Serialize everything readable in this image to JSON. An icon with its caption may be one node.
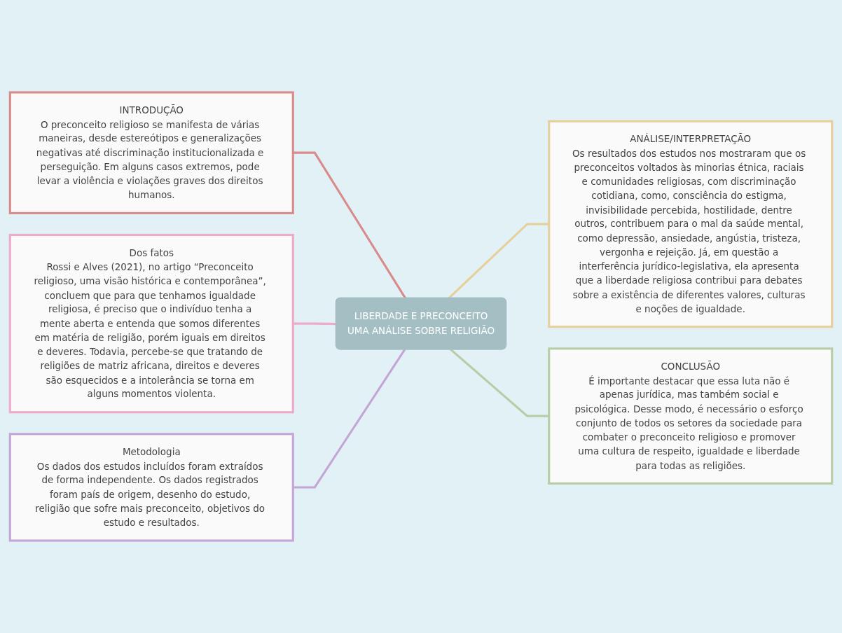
{
  "diagram": {
    "nodes": [
      {
        "text": [
          "INTRODUÇÃO",
          "O preconceito religioso se manifesta de várias maneiras, desde estereótipos e generalizações negativas até discriminação institucionalizada e perseguição. Em alguns casos extremos, pode levar a violência e violações graves dos direitos humanos."
        ]
      },
      {
        "text": [
          "Dos fatos",
          "Rossi e Alves (2021), no artigo “Preconceito religioso, uma visão histórica e contemporânea”, concluem que para que tenhamos igualdade religiosa, é preciso que o indivíduo tenha a mente aberta e entenda que somos diferentes em matéria de religião, porém iguais em direitos e deveres. Todavia, percebe-se que tratando de religiões de matriz africana, direitos e deveres são esquecidos e a intolerância se torna em alguns momentos violenta."
        ]
      },
      {
        "text": [
          "ANÁLISE/INTERPRETAÇÃO",
          "Os resultados dos estudos nos mostraram que os preconceitos voltados às minorias étnica, raciais e comunidades religiosas, com discriminação cotidiana, como, consciência do estigma, invisibilidade percebida, hostilidade, dentre outros, contribuem para o mal da saúde mental, como depressão, ansiedade, angústia, tristeza, vergonha e rejeição. Já, em questão a interferência jurídico-legislativa, ela apresenta que a liberdade religiosa contribui para debates sobre a existência de diferentes valores, culturas e noções de igualdade."
        ]
      },
      {
        "text": [
          "LIBERDADE E PRECONCEITO",
          "UMA ANÁLISE SOBRE RELIGIÃO"
        ]
      },
      {
        "text": [
          "Metodologia",
          "Os dados dos estudos incluídos foram extraídos de forma independente. Os dados registrados foram país de origem, desenho do estudo, religião que sofre mais preconceito, objetivos do estudo e resultados."
        ]
      },
      {
        "text": [
          "CONCLUSÃO",
          "É importante destacar que essa luta não é apenas jurídica, mas também social e psicológica. Desse modo, é necessário o esforço conjunto de todos os setores da sociedade para combater o preconceito religioso e promover uma cultura de respeito, igualdade e liberdade para todas as religiões."
        ]
      }
    ],
    "edges": [
      {
        "from": 0,
        "to": 3,
        "arrow": "none",
        "color": "#d98a8a"
      },
      {
        "from": 1,
        "to": 3,
        "arrow": "none",
        "color": "#eeaac8"
      },
      {
        "from": 3,
        "to": 2,
        "arrow": "none",
        "color": "#e6cf9a"
      },
      {
        "from": 4,
        "to": 3,
        "arrow": "none",
        "color": "#c3a5d6"
      },
      {
        "from": 3,
        "to": 5,
        "arrow": "none",
        "color": "#b9cca8"
      }
    ]
  }
}
